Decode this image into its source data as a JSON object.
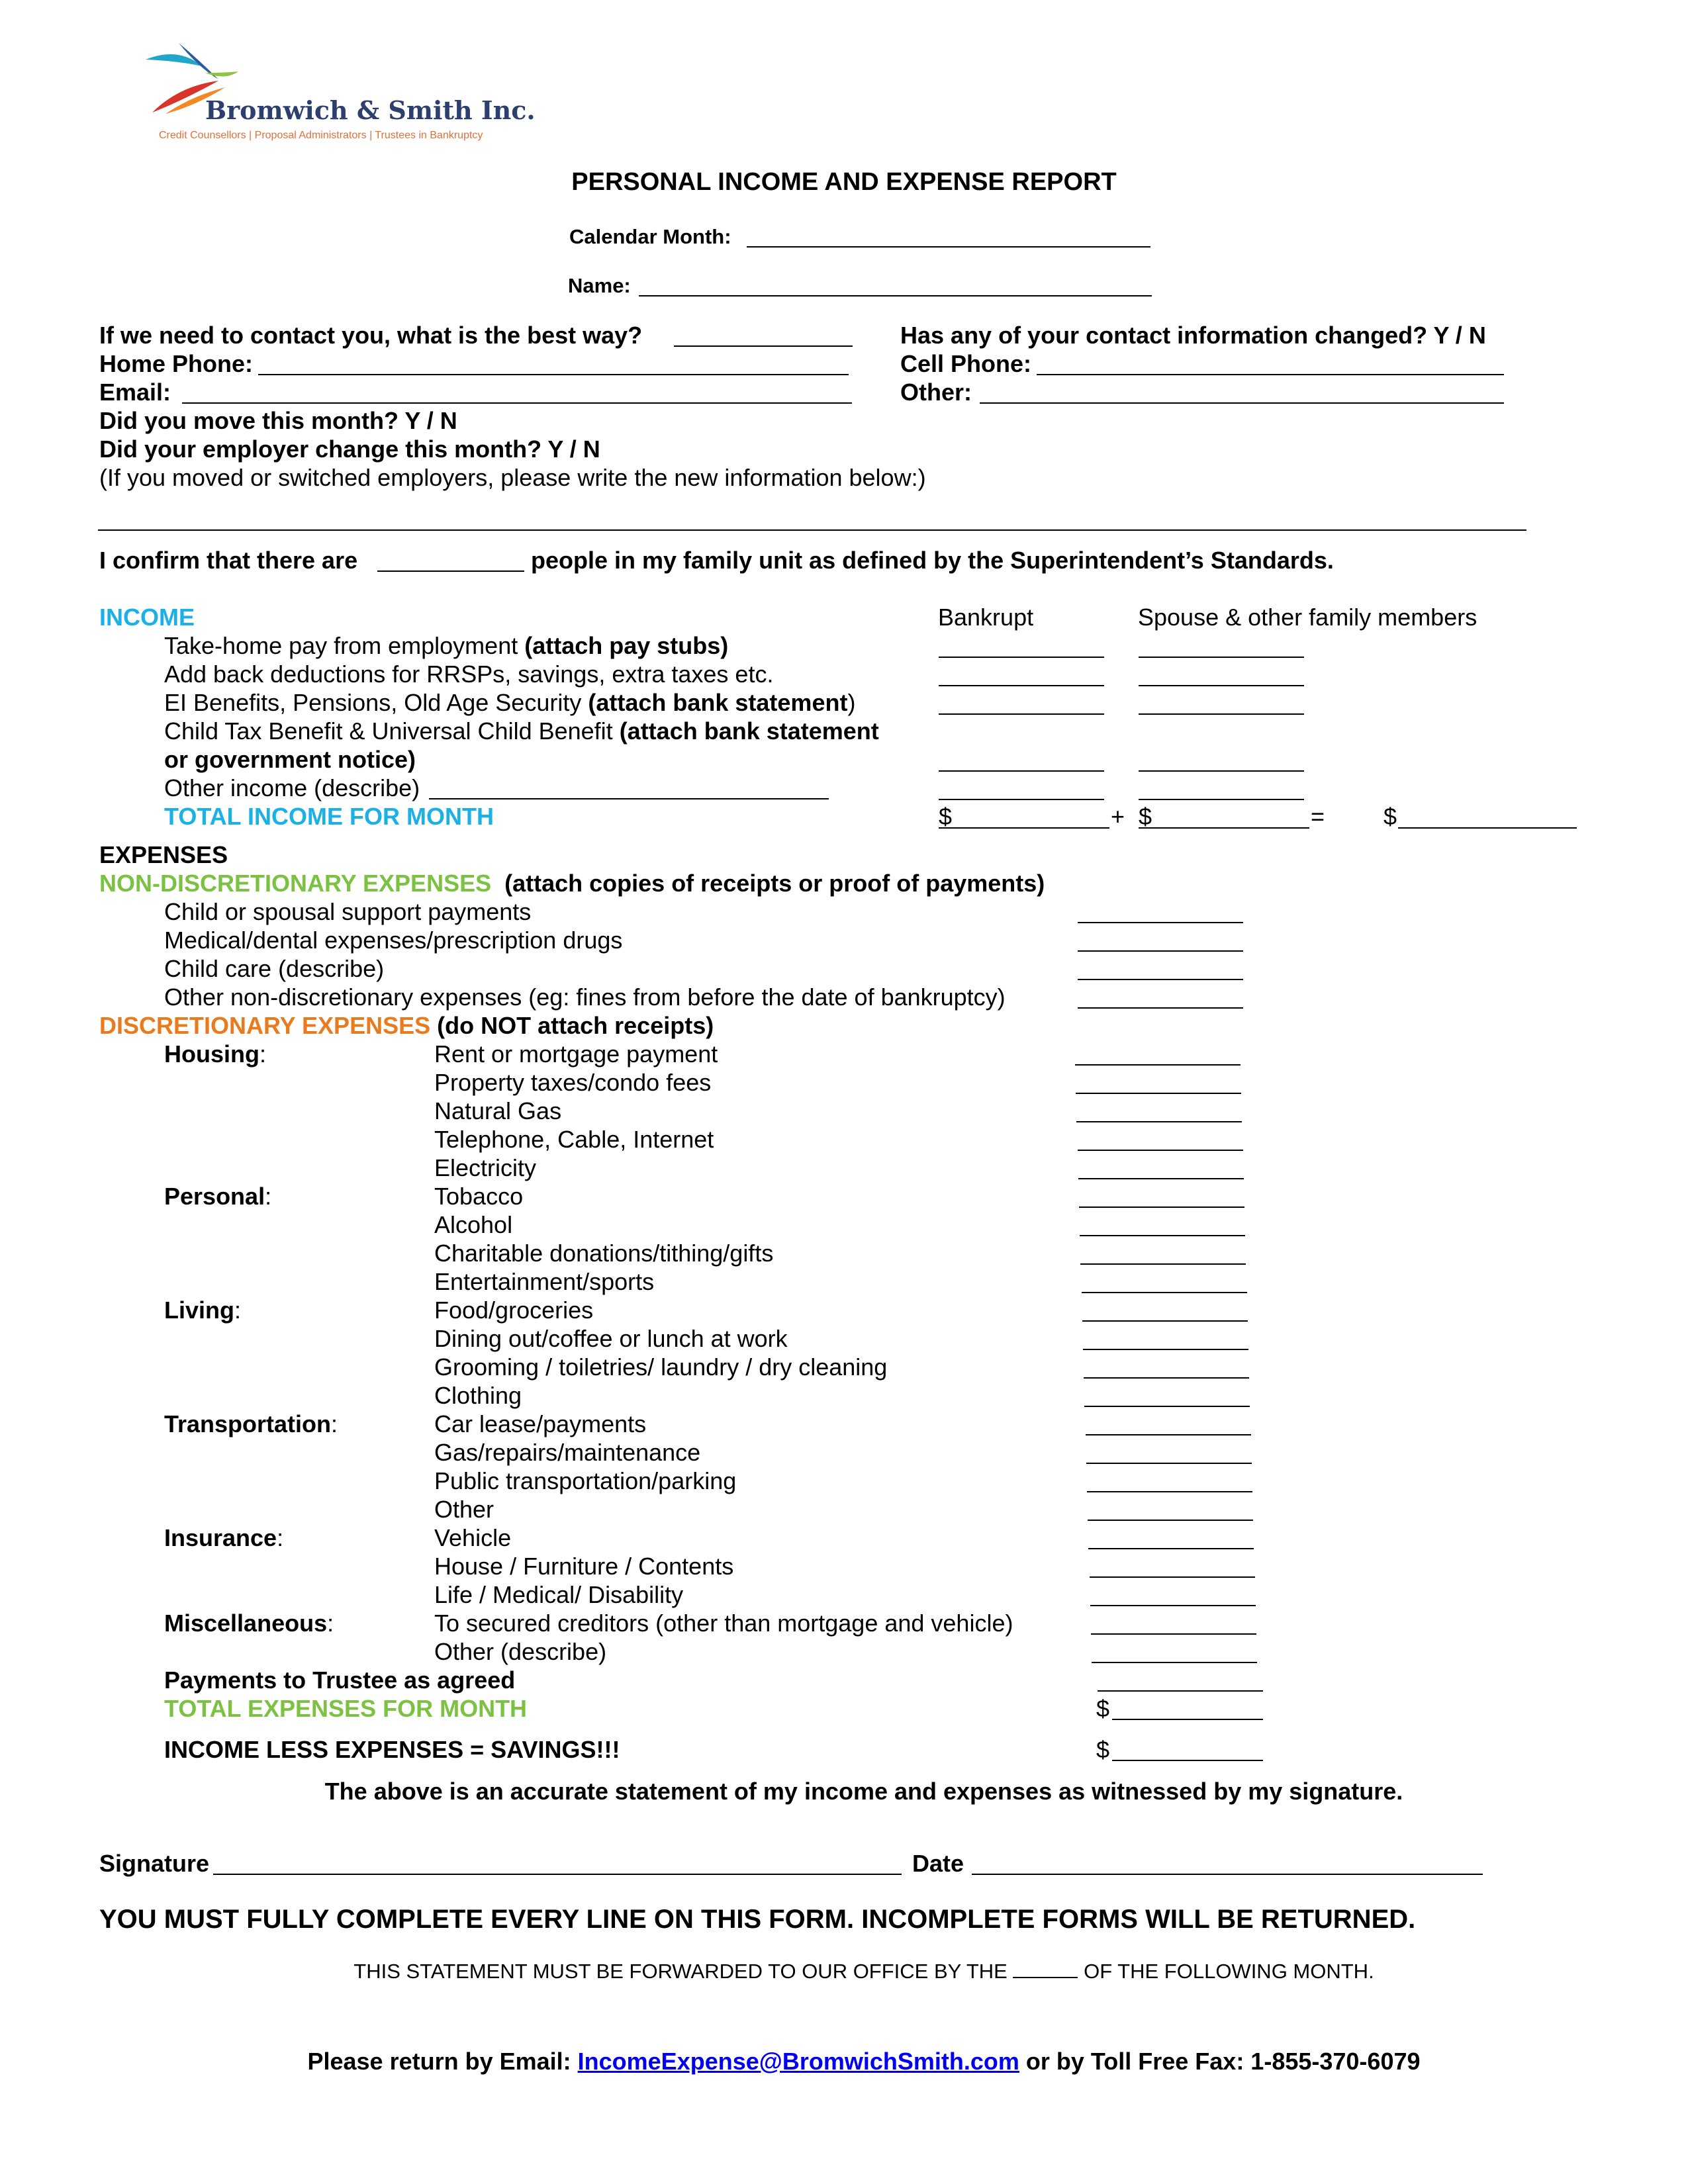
{
  "logo": {
    "company": "Bromwich & Smith Inc.",
    "tagline": "Credit Counsellors | Proposal Administrators | Trustees in Bankruptcy",
    "colors": {
      "teal": "#1fa6c9",
      "blue": "#2c5aa0",
      "green": "#8cc63f",
      "red": "#d9342b",
      "orange": "#f08a24",
      "name": "#2d3f6e",
      "tag": "#e0703a"
    }
  },
  "title": "PERSONAL INCOME AND EXPENSE REPORT",
  "header": {
    "calendar_month": "Calendar Month:",
    "name": "Name:"
  },
  "contact": {
    "best_way": "If we need to contact you, what is the best way?",
    "changed": "Has any of your contact information changed? Y / N",
    "home_phone": "Home Phone:",
    "cell_phone": "Cell Phone:",
    "email": "Email:",
    "other": "Other:",
    "move": "Did you move this month?   Y  /  N",
    "employer": "Did your employer change this month? Y / N",
    "note": "(If you moved or switched employers, please write the new information below:)"
  },
  "family": {
    "before": "I confirm that there are",
    "after": "people in my family unit as defined by the Superintendent’s Standards."
  },
  "income": {
    "heading": "INCOME",
    "col_bankrupt": "Bankrupt",
    "col_spouse": "Spouse & other family members",
    "row1_a": "Take-home pay from employment ",
    "row1_b": "(attach pay stubs)",
    "row2": "Add back deductions for RRSPs, savings, extra taxes etc.",
    "row3_a": "EI Benefits, Pensions, Old Age Security ",
    "row3_b": "(attach bank statement",
    "row3_c": ")",
    "row4_a": "Child Tax Benefit & Universal Child Benefit ",
    "row4_b": "(attach bank statement",
    "row4_c": "or government notice)",
    "row5": "Other income (describe)",
    "total": "TOTAL INCOME FOR MONTH",
    "dollar": "$",
    "plus": "+",
    "equals": "="
  },
  "expenses": {
    "heading": "EXPENSES",
    "nd_heading": "NON-DISCRETIONARY EXPENSES",
    "nd_note": "(attach copies of receipts or proof of payments)",
    "nd_items": [
      "Child or spousal support payments",
      "Medical/dental expenses/prescription drugs",
      "Child care (describe)",
      "Other non-discretionary expenses (eg: fines from before the date of bankruptcy)"
    ],
    "d_heading": "DISCRETIONARY EXPENSES",
    "d_note": "(do NOT attach receipts)",
    "categories": {
      "housing": "Housing",
      "personal": "Personal",
      "living": "Living",
      "transportation": "Transportation",
      "insurance": "Insurance",
      "miscellaneous": "Miscellaneous"
    },
    "colon": ":",
    "d_items": [
      "Rent or mortgage payment",
      "Property taxes/condo fees",
      "Natural Gas",
      "Telephone, Cable, Internet",
      "Electricity",
      "Tobacco",
      "Alcohol",
      "Charitable donations/tithing/gifts",
      "Entertainment/sports",
      "Food/groceries",
      "Dining out/coffee or lunch at work",
      "Grooming / toiletries/ laundry / dry cleaning",
      "Clothing",
      "Car lease/payments",
      "Gas/repairs/maintenance",
      "Public transportation/parking",
      "Other",
      "Vehicle",
      "House / Furniture / Contents",
      "Life / Medical/ Disability",
      "To secured creditors (other than mortgage and vehicle)",
      "Other (describe)"
    ],
    "trustee": "Payments to Trustee as agreed",
    "total": "TOTAL EXPENSES FOR MONTH",
    "savings": "INCOME LESS EXPENSES = SAVINGS!!!",
    "dollar": "$"
  },
  "statement": "The above is an accurate statement of my income and expenses as witnessed by my signature.",
  "signature": "Signature",
  "date": "Date",
  "warning": "YOU MUST FULLY COMPLETE EVERY LINE ON THIS FORM. INCOMPLETE FORMS WILL BE RETURNED.",
  "forward_a": "THIS STATEMENT MUST BE FORWARDED TO OUR OFFICE BY THE",
  "forward_b": "OF THE FOLLOWING MONTH.",
  "return": {
    "before": "Please return by Email: ",
    "email": "IncomeExpense@BromwichSmith.com",
    "after": " or by Toll Free Fax: 1-855-370-6079"
  }
}
